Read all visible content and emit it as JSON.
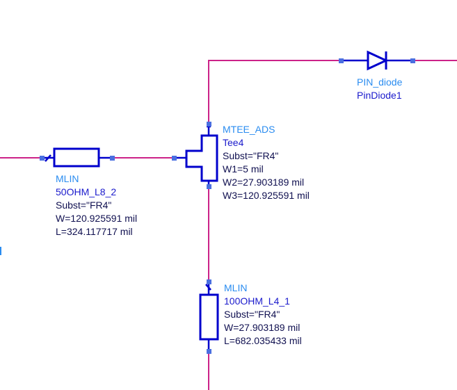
{
  "colors": {
    "wire": "#cc2288",
    "component": "#0000cc",
    "pin": "#4a6fe0",
    "type_label": "#2a8cf0",
    "instance_label": "#1a1acc",
    "param_label": "#101050"
  },
  "components": {
    "mlin_50": {
      "type": "MLIN",
      "instance": "50OHM_L8_2",
      "params": [
        "Subst=\"FR4\"",
        "W=120.925591 mil",
        "L=324.117717 mil"
      ]
    },
    "tee": {
      "type": "MTEE_ADS",
      "instance": "Tee4",
      "params": [
        "Subst=\"FR4\"",
        "W1=5 mil",
        "W2=27.903189 mil",
        "W3=120.925591 mil"
      ]
    },
    "diode": {
      "type": "PIN_diode",
      "instance": "PinDiode1",
      "params": []
    },
    "mlin_100": {
      "type": "MLIN",
      "instance": "100OHM_L4_1",
      "params": [
        "Subst=\"FR4\"",
        "W=27.903189 mil",
        "L=682.035433 mil"
      ]
    }
  }
}
